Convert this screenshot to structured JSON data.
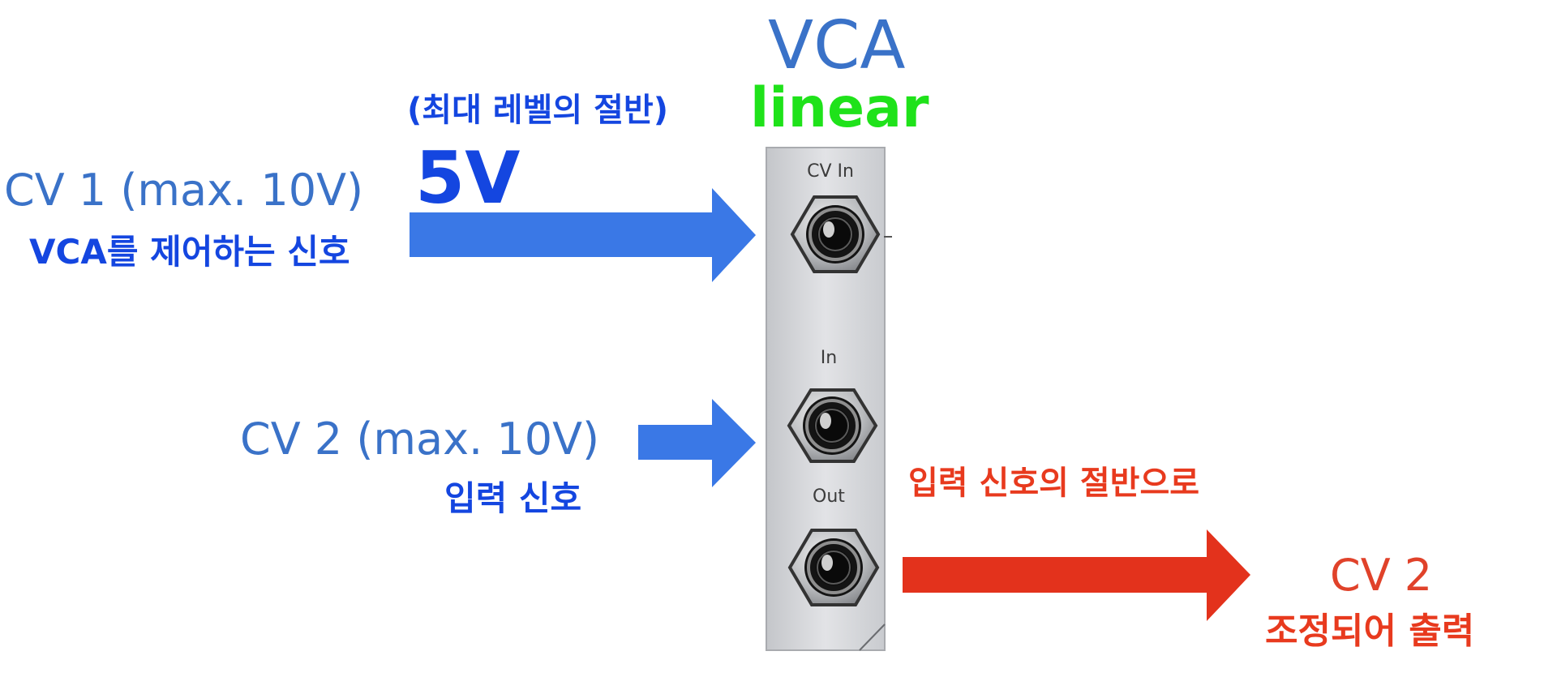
{
  "module": {
    "title": "VCA",
    "mode": "linear",
    "jacks": {
      "cv_in_label": "CV In",
      "in_label": "In",
      "out_label": "Out"
    }
  },
  "cv1": {
    "label": "CV 1 (max. 10V)",
    "description": "VCA를 제어하는 신호",
    "level_note": "(최대 레벨의 절반)",
    "level_value": "5V"
  },
  "cv2_input": {
    "label": "CV 2 (max. 10V)",
    "description": "입력 신호"
  },
  "output": {
    "note": "입력 신호의 절반으로",
    "label": "CV 2",
    "description": "조정되어 출력"
  },
  "colors": {
    "input_arrow": "#3a78e6",
    "output_arrow": "#e3321c",
    "mode_text": "#1fe21a",
    "title_text": "#3a72c8"
  }
}
